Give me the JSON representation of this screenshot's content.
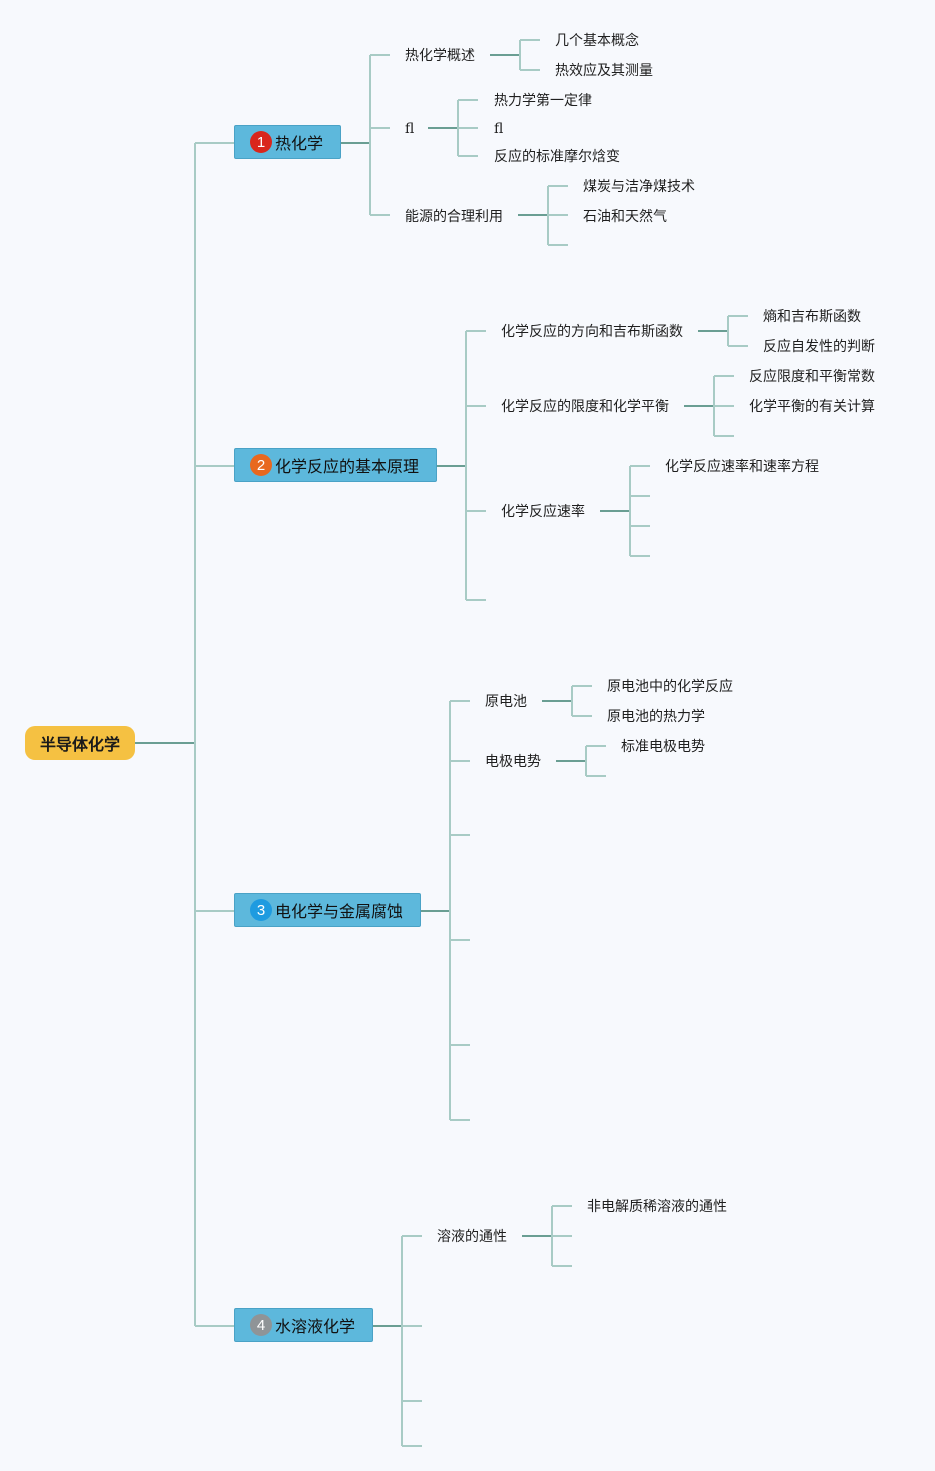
{
  "colors": {
    "background": "#f7f9fd",
    "root_fill": "#f5c142",
    "branch_fill": "#5db8dc",
    "line_main": "#6a9e93",
    "line_light": "#a8cbc5",
    "badge_1": "#d9261c",
    "badge_2": "#e8681f",
    "badge_3": "#1e9be0",
    "badge_4": "#8f9497"
  },
  "mindmap": {
    "root": {
      "label": "半导体化学"
    },
    "branches": [
      {
        "number": "1",
        "label": "热化学",
        "topics": [
          {
            "label": "热化学概述",
            "subtopics": [
              "几个基本概念",
              "热效应及其测量"
            ]
          },
          {
            "label": "fl",
            "subtopics": [
              "热力学第一定律",
              "fl",
              "反应的标准摩尔焓变"
            ]
          },
          {
            "label": "能源的合理利用",
            "subtopics": [
              "煤炭与洁净煤技术",
              "石油和天然气",
              ""
            ]
          }
        ]
      },
      {
        "number": "2",
        "label": "化学反应的基本原理",
        "topics": [
          {
            "label": "化学反应的方向和吉布斯函数",
            "subtopics": [
              "熵和吉布斯函数",
              "反应自发性的判断"
            ]
          },
          {
            "label": "化学反应的限度和化学平衡",
            "subtopics": [
              "反应限度和平衡常数",
              "化学平衡的有关计算",
              ""
            ]
          },
          {
            "label": "化学反应速率",
            "subtopics": [
              "化学反应速率和速率方程",
              "",
              "",
              ""
            ]
          },
          {
            "label": "",
            "subtopics": []
          }
        ]
      },
      {
        "number": "3",
        "label": "电化学与金属腐蚀",
        "topics": [
          {
            "label": "原电池",
            "subtopics": [
              "原电池中的化学反应",
              "原电池的热力学"
            ]
          },
          {
            "label": "电极电势",
            "subtopics": [
              "标准电极电势",
              ""
            ]
          },
          {
            "label": "",
            "subtopics": []
          },
          {
            "label": "",
            "subtopics": []
          },
          {
            "label": "",
            "subtopics": []
          },
          {
            "label": "",
            "subtopics": []
          }
        ]
      },
      {
        "number": "4",
        "label": "水溶液化学",
        "topics": [
          {
            "label": "溶液的通性",
            "subtopics": [
              "非电解质稀溶液的通性",
              "",
              ""
            ]
          },
          {
            "label": "",
            "subtopics": []
          },
          {
            "label": "",
            "subtopics": []
          },
          {
            "label": "",
            "subtopics": []
          }
        ]
      }
    ]
  }
}
